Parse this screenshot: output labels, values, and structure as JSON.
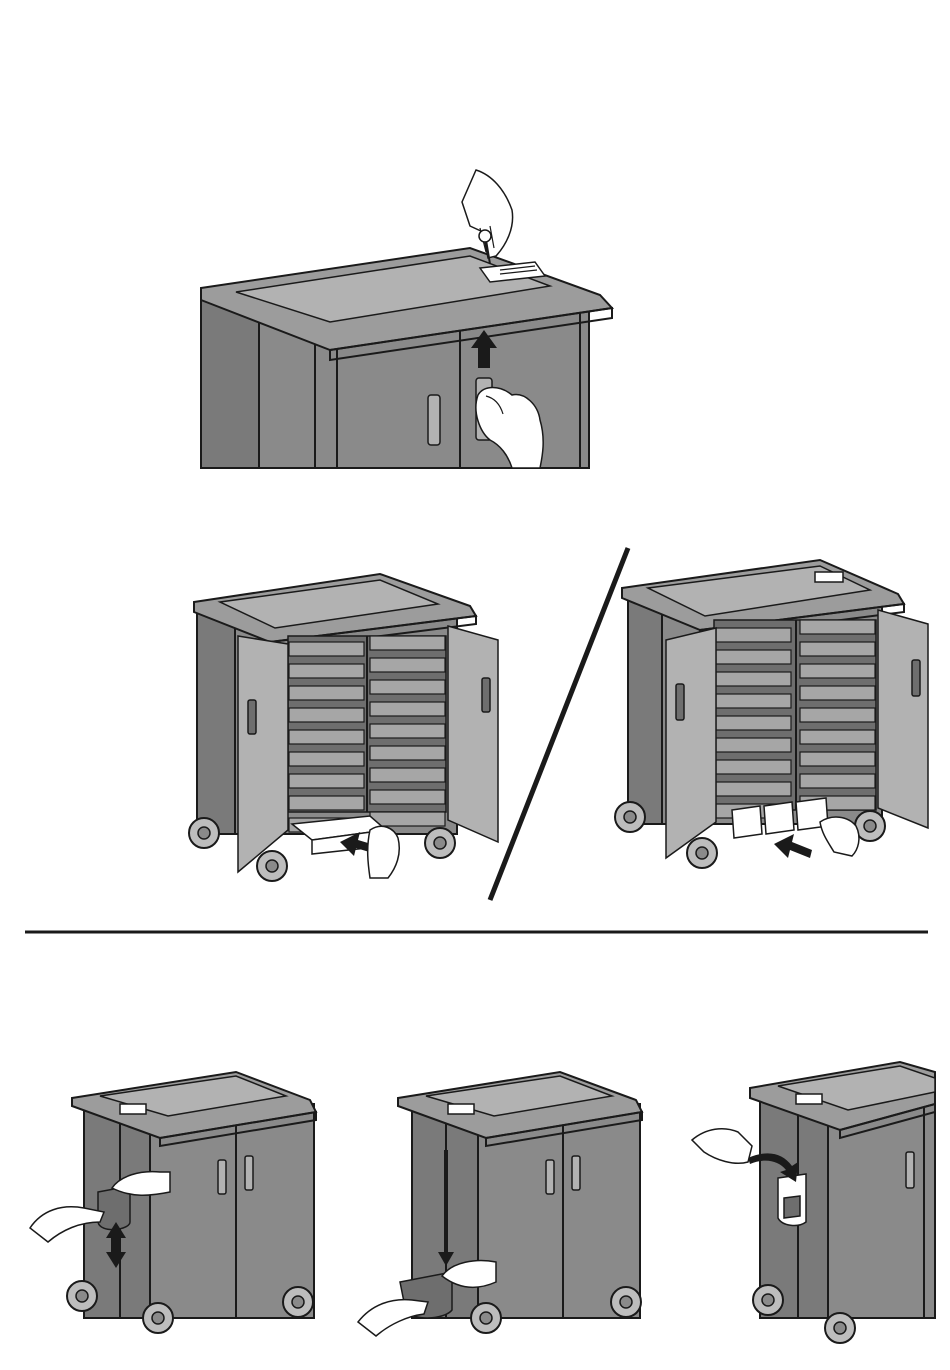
{
  "figure": {
    "panels": [
      {
        "step": "unlock-and-lift-door-latch",
        "icons": [
          "key-icon",
          "up-arrow-icon",
          "hand-icon"
        ]
      },
      {
        "step": "insert-bottom-trays-single",
        "icons": [
          "left-arrow-icon",
          "hand-icon"
        ]
      },
      {
        "step": "insert-bottom-trays-multiple",
        "icons": [
          "left-arrow-icon",
          "hand-icon"
        ]
      },
      {
        "step": "adjust-side-hook-height",
        "icons": [
          "double-arrow-icon",
          "hand-icon"
        ]
      },
      {
        "step": "lower-side-hook",
        "icons": [
          "down-arrow-icon",
          "hand-icon"
        ]
      },
      {
        "step": "attach-holder-to-hook",
        "icons": [
          "curved-arrow-icon",
          "hand-icon"
        ]
      }
    ]
  }
}
